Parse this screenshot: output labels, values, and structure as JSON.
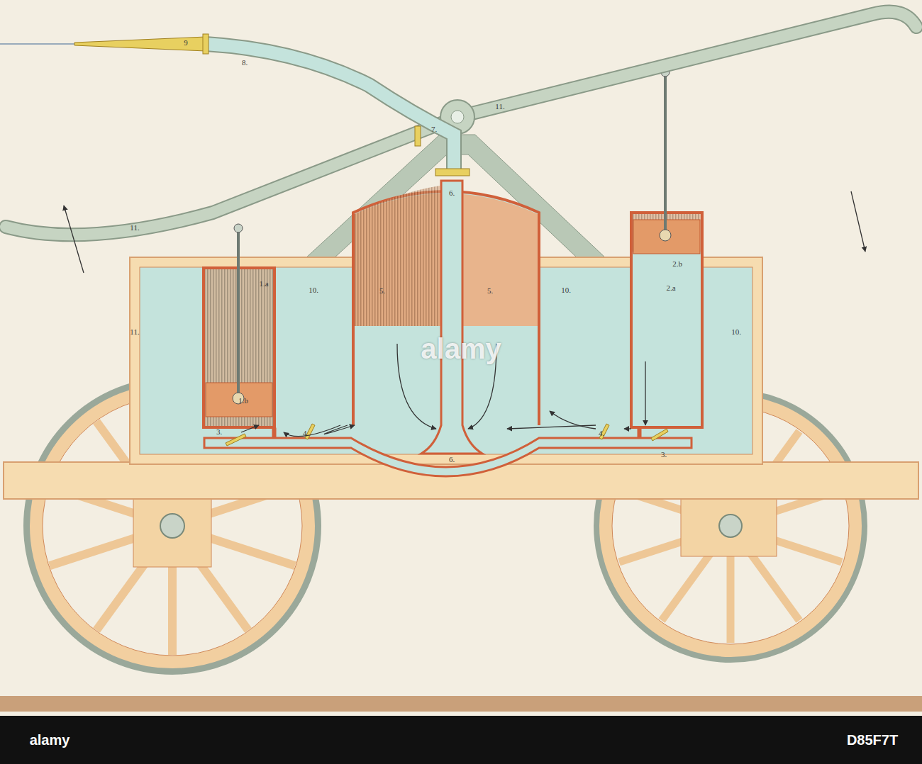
{
  "diagram": {
    "labels": [
      "9",
      "8.",
      "11.",
      "7.",
      "6.",
      "11.",
      "1.a",
      "10.",
      "5.",
      "5.",
      "10.",
      "2.b",
      "2.a",
      "11.",
      "10.",
      "1.b",
      "3.",
      "4.",
      "6.",
      "4.",
      "3.",
      "alamy",
      "alamy",
      "D85F7T"
    ]
  }
}
